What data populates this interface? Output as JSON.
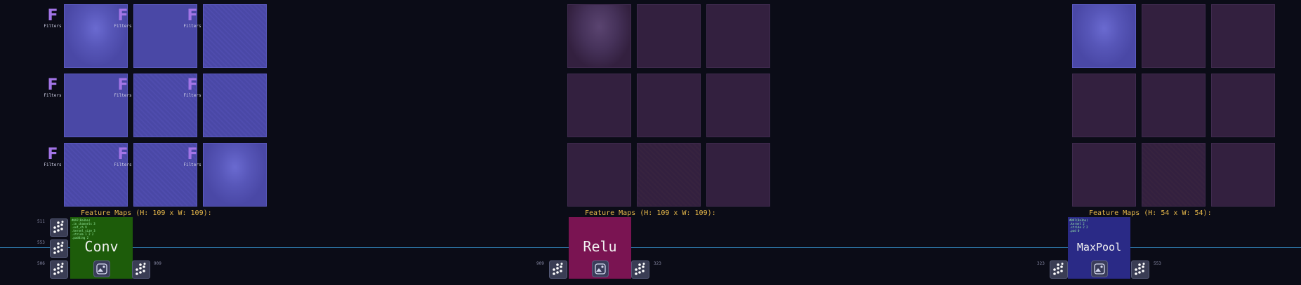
{
  "filter_icon": {
    "letter": "F",
    "label": "Filters"
  },
  "panels": [
    {
      "id": "conv",
      "feature_title": "Feature Maps (H: 109 x W: 109):"
    },
    {
      "id": "relu",
      "feature_title": "Feature Maps (H: 109 x W: 109):"
    },
    {
      "id": "maxpool",
      "feature_title": "Feature Maps (H: 54 x W: 54):"
    }
  ],
  "blocks": [
    {
      "name": "Conv",
      "color": "#1d5c0a",
      "code_lines": [
        "#097(Ba1ba)",
        " .in_channels 3",
        " .out_ch 9",
        " .kernel_size 3",
        " .stride 1 2 2",
        " .padding 2"
      ],
      "left_numbers": [
        "511",
        "553",
        "506"
      ],
      "right_number": "909"
    },
    {
      "name": "Relu",
      "color": "#7a1452",
      "left_numbers": [
        "909"
      ],
      "right_number": "323"
    },
    {
      "name": "MaxPool",
      "color": "#2a2a86",
      "code_lines": [
        "#097(Ba1ba)",
        " .kernel 2",
        " .stride 2 2",
        " .pad 0"
      ],
      "left_numbers": [
        "323"
      ],
      "right_number": "553"
    }
  ],
  "icons": {
    "filter": "filter-f-icon",
    "dots": "dots-grid-icon",
    "image": "image-preview-icon"
  }
}
